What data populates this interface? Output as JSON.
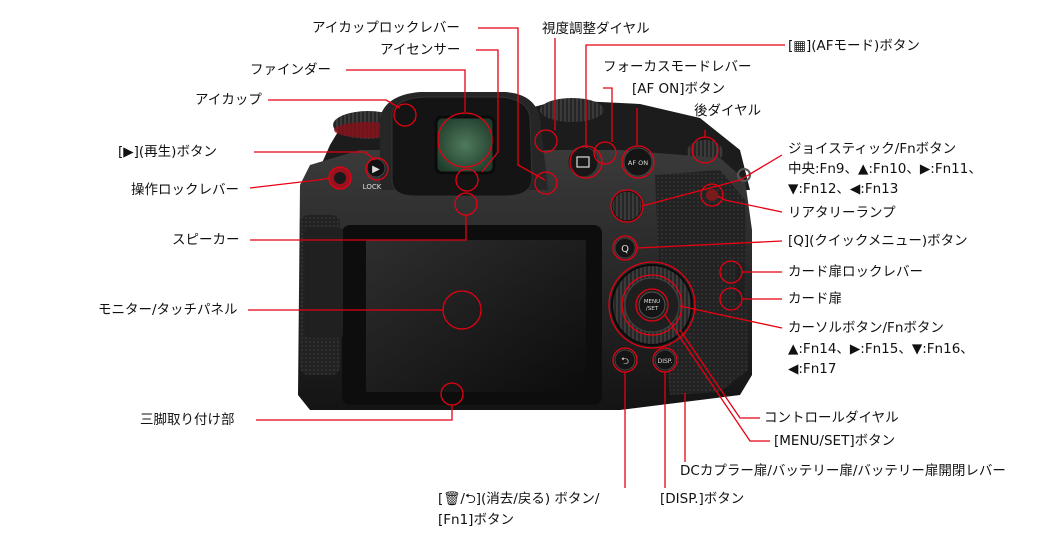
{
  "labels": {
    "eyecup_lock_lever": "アイカップロックレバー",
    "eye_sensor": "アイセンサー",
    "viewfinder": "ファインダー",
    "eyecup": "アイカップ",
    "playback_button": "[▶](再生)ボタン",
    "operation_lock_lever": "操作ロックレバー",
    "speaker": "スピーカー",
    "monitor_touch_panel": "モニター/タッチパネル",
    "tripod_mount": "三脚取り付け部",
    "diopter_dial": "視度調整ダイヤル",
    "af_mode_button": "[▦](AFモード)ボタン",
    "focus_mode_lever": "フォーカスモードレバー",
    "af_on_button": "[AF ON]ボタン",
    "rear_dial": "後ダイヤル",
    "joystick_line1": "ジョイスティック/Fnボタン",
    "joystick_line2": "中央:Fn9、▲:Fn10、▶:Fn11、",
    "joystick_line3": "▼:Fn12、◀:Fn13",
    "tally_lamp": "リアタリーランプ",
    "q_button": "[Q](クイックメニュー)ボタン",
    "card_door_lock_lever": "カード扉ロックレバー",
    "card_door": "カード扉",
    "cursor_line1": "カーソルボタン/Fnボタン",
    "cursor_line2": "▲:Fn14、▶:Fn15、▼:Fn16、",
    "cursor_line3": "◀:Fn17",
    "control_dial": "コントロールダイヤル",
    "menu_set_button": "[MENU/SET]ボタン",
    "dc_coupler": "DCカプラー扉/バッテリー扉/バッテリー扉開閉レバー",
    "delete_line1": "[🗑/⮌](消去/戻る) ボタン/",
    "delete_line2": "[Fn1]ボタン",
    "disp_button": "[DISP.]ボタン"
  },
  "camera_marks": {
    "lock": "LOCK",
    "af_on": "AF ON",
    "menu": "MENU",
    "set": "/SET",
    "disp": "DISP.",
    "q": "Q"
  },
  "colors": {
    "leader": "#e60012",
    "body": "#1a1a1a",
    "accent": "#c8102e"
  }
}
